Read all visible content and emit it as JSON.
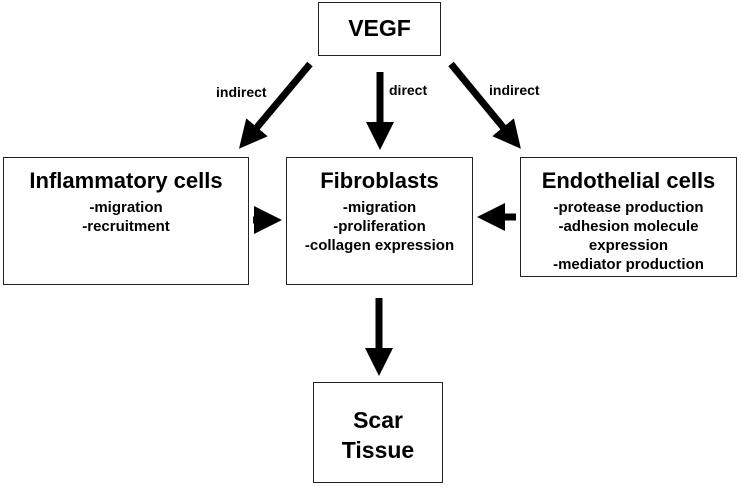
{
  "diagram": {
    "top": {
      "title": "VEGF"
    },
    "edges": {
      "left_label": "indirect",
      "center_label": "direct",
      "right_label": "indirect"
    },
    "left_box": {
      "title": "Inflammatory cells",
      "items": [
        "-migration",
        "-recruitment"
      ]
    },
    "center_box": {
      "title": "Fibroblasts",
      "items": [
        "-migration",
        "-proliferation",
        "-collagen expression"
      ]
    },
    "right_box": {
      "title": "Endothelial cells",
      "items": [
        "-protease production",
        "-adhesion molecule",
        "expression",
        "-mediator production"
      ]
    },
    "bottom": {
      "title_line1": "Scar",
      "title_line2": "Tissue"
    }
  }
}
